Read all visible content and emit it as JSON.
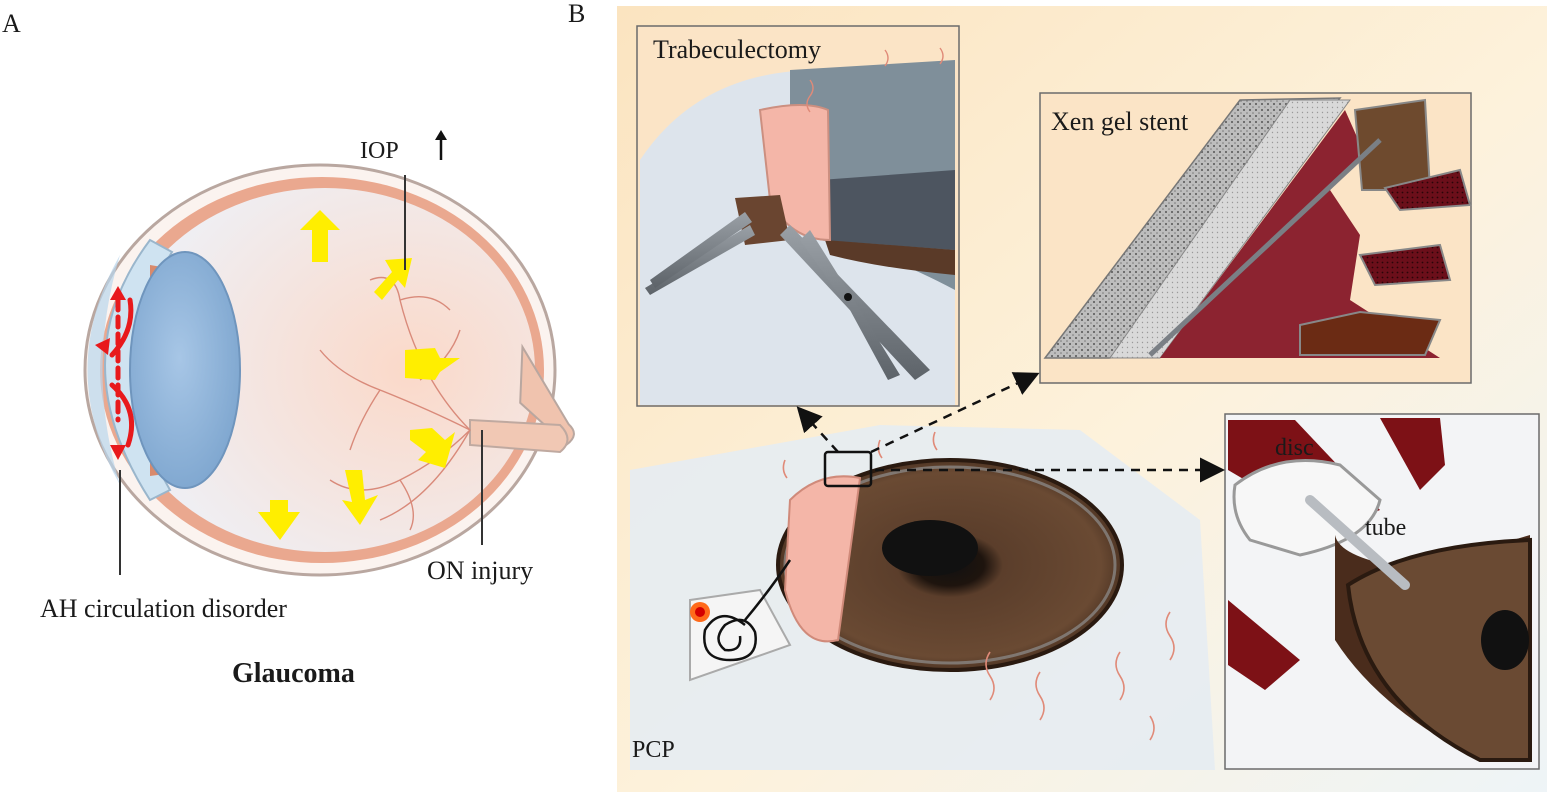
{
  "panels": {
    "a": {
      "letter": "A"
    },
    "b": {
      "letter": "B"
    }
  },
  "eye": {
    "iop_label": "IOP",
    "on_label": "ON injury",
    "ah_label": "AH circulation disorder",
    "title": "Glaucoma"
  },
  "insets": {
    "trab": {
      "title": "Trabeculectomy"
    },
    "xen": {
      "title": "Xen gel stent"
    },
    "tube": {
      "disc_label": "disc",
      "tube_label": "tube"
    },
    "main": {
      "pcp_label": "PCP"
    }
  },
  "colors": {
    "sclera": "#eaa88f",
    "lens": "#8fb4d8",
    "vitreous": "#f7e6e0",
    "vessel": "#d98a7a",
    "arrow_yellow": "#ffee00",
    "flow_red": "#e8191c",
    "iris_brown": "#5a3a26",
    "pupil": "#111111",
    "panel_bg": "#fbe9c9",
    "stent_red": "#8c2330",
    "frame": "#6b6b6b"
  }
}
